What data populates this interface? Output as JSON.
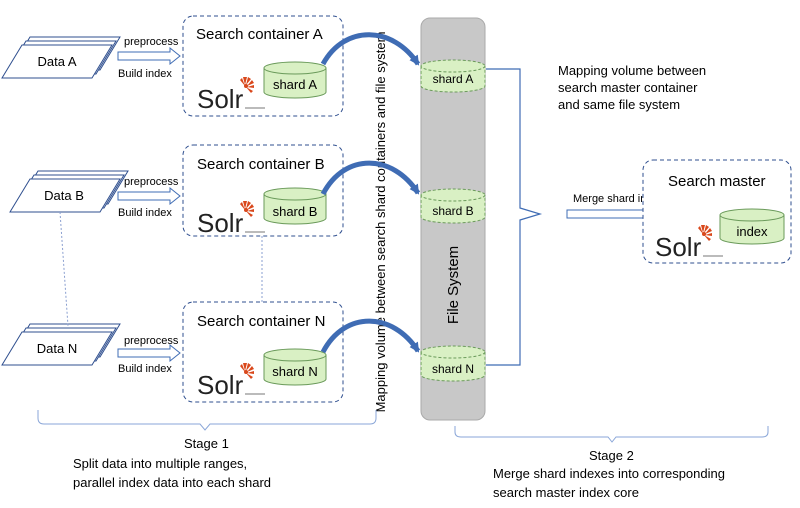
{
  "data_sources": [
    {
      "label": "Data A"
    },
    {
      "label": "Data B"
    },
    {
      "label": "Data N"
    }
  ],
  "preprocess_label": "preprocess",
  "build_index_label": "Build index",
  "containers": [
    {
      "title": "Search container A",
      "shard": "shard A"
    },
    {
      "title": "Search container B",
      "shard": "shard B"
    },
    {
      "title": "Search container N",
      "shard": "shard N"
    }
  ],
  "solr_logo": "Solr",
  "vertical_mapping_label": "Mapping volume between search shard containers and file system",
  "file_system": {
    "label": "File System",
    "shards": [
      "shard A",
      "shard B",
      "shard N"
    ]
  },
  "mapping_note": [
    "Mapping volume between",
    "search master container",
    "and same file system"
  ],
  "merge_label": "Merge shard index",
  "search_master": {
    "title": "Search master",
    "index": "index"
  },
  "stage1": {
    "title": "Stage 1",
    "lines": [
      "Split data into multiple ranges,",
      "parallel index data into each shard"
    ]
  },
  "stage2": {
    "title": "Stage 2",
    "lines": [
      "Merge shard indexes into corresponding",
      "search master index core"
    ]
  },
  "colors": {
    "box_border": "#2f4f8f",
    "shard_fill": "#d9f0c4",
    "shard_border": "#6a9a5a",
    "file_system_fill": "#c8c8c8",
    "arrow": "#3f6cb4",
    "solr_accent": "#d9481c"
  }
}
